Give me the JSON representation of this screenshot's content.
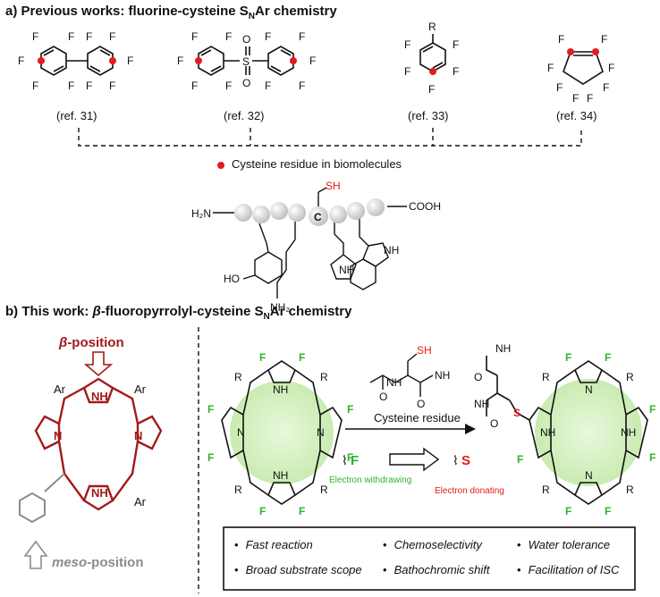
{
  "panel_a": {
    "title_prefix": "a) Previous works: fluorine-cysteine S",
    "title_sub": "N",
    "title_suffix": "Ar chemistry",
    "refs": [
      "(ref. 31)",
      "(ref. 32)",
      "(ref. 33)",
      "(ref. 34)"
    ],
    "legend_text": "Cysteine residue in biomolecules",
    "atom_labels": {
      "F": "F",
      "S": "S",
      "O": "O",
      "R": "R",
      "SH": "SH",
      "H2N": "H₂N",
      "COOH": "COOH",
      "C": "C",
      "HO": "HO",
      "NH2": "NH₂",
      "NH": "NH",
      "N": "N"
    },
    "colors": {
      "cysteine_dot": "#e41b1b",
      "bead": "#d9d9d9",
      "sh": "#e41b1b"
    }
  },
  "panel_b": {
    "title_prefix": "b) This work: ",
    "title_beta": "β",
    "title_middle": "-fluoropyrrolyl-cysteine S",
    "title_sub": "N",
    "title_suffix": "Ar chemistry",
    "beta_label_symbol": "β",
    "beta_label_text": "-position",
    "meso_label_prefix": "meso",
    "meso_label_suffix": "-position",
    "ar_label": "Ar",
    "arrow_label": "Cysteine residue",
    "withdrawing_symbol": "F",
    "withdrawing_text": "Electron withdrawing",
    "donating_symbol": "S",
    "donating_text": "Electron donating",
    "features": [
      "Fast reaction",
      "Chemoselectivity",
      "Water tolerance",
      "Broad substrate scope",
      "Bathochromic shift",
      "Facilitation of ISC"
    ],
    "colors": {
      "porphyrin_dark_red": "#a31a1a",
      "fluorine_green": "#2db52d",
      "meso_grey": "#8c8c8c",
      "sulfur_red": "#e41b1b",
      "glow": "#d9f2c4"
    }
  }
}
